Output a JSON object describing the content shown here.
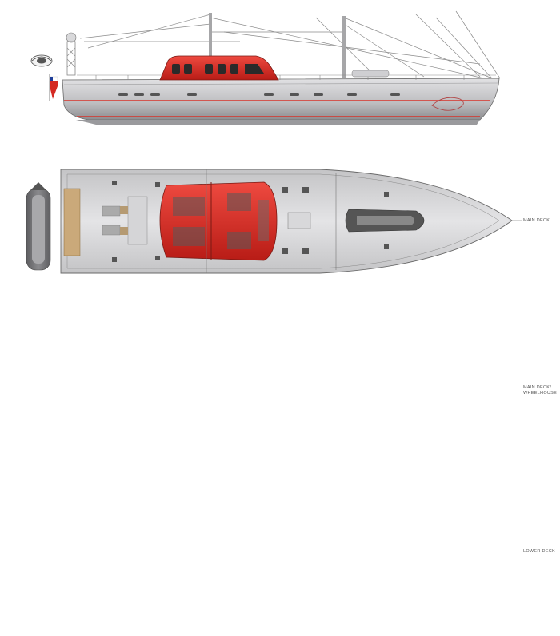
{
  "drawing": {
    "views": [
      {
        "id": "profile",
        "label": ""
      },
      {
        "id": "main-deck",
        "label": "MAIN DECK"
      },
      {
        "id": "wheelhouse",
        "label_line1": "MAIN DECK/",
        "label_line2": "WHEELHOUSE"
      },
      {
        "id": "lower-deck",
        "label": "LOWER DECK"
      }
    ],
    "colors": {
      "hull": "#c9c9cb",
      "hull_dark": "#8f8f92",
      "deck": "#dadadc",
      "wheelhouse_red": "#d42a23",
      "boot_stripe": "#d8322a",
      "seating_blue": "#1e3f9c",
      "cabin_blue": "#a9bde6",
      "wood": "#b88a55",
      "tender": "#6d6d70",
      "outline": "#6a6a6a"
    },
    "icons": [
      "flag-icon",
      "logo-icon",
      "tender-icon",
      "mast-icon"
    ]
  }
}
